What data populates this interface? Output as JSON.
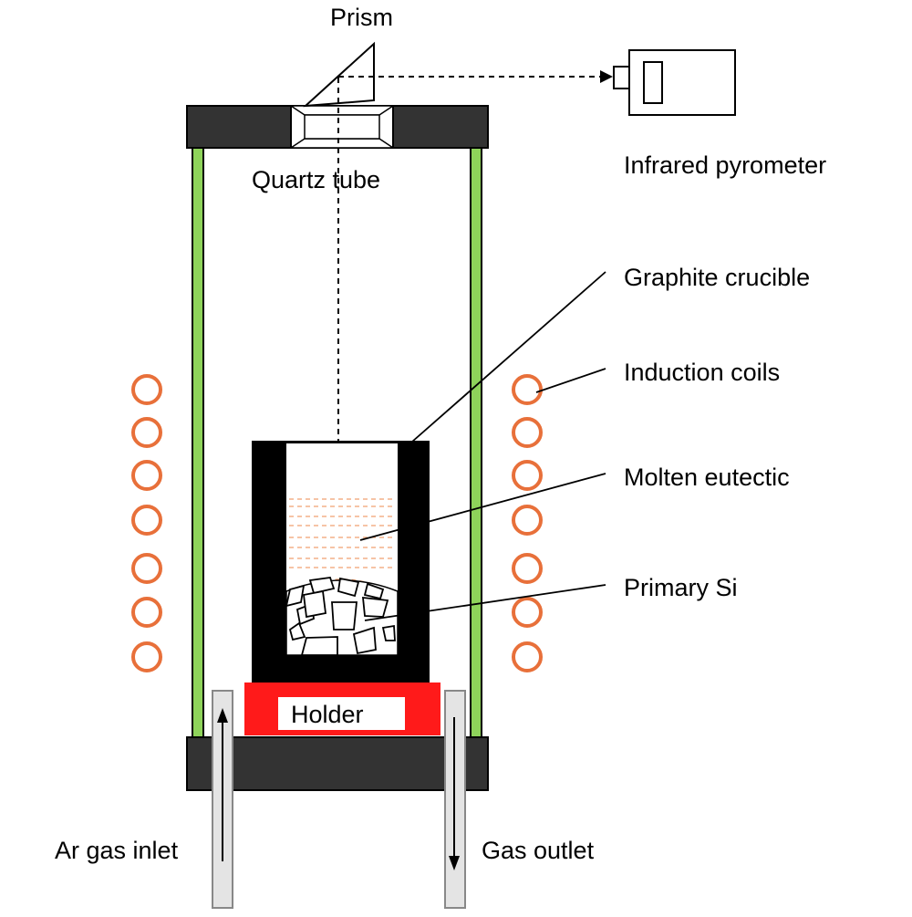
{
  "labels": {
    "prism": "Prism",
    "quartz_tube": "Quartz tube",
    "infrared_pyrometer": "Infrared pyrometer",
    "graphite_crucible": "Graphite crucible",
    "induction_coils": "Induction coils",
    "molten_eutectic": "Molten eutectic",
    "primary_si": "Primary Si",
    "holder": "Holder",
    "ar_gas_inlet": "Ar gas inlet",
    "gas_outlet": "Gas outlet"
  },
  "colors": {
    "quartz_wall": "#8ed35a",
    "coil": "#e8703a",
    "holder": "#ff1a1a",
    "cap": "#333333",
    "crucible": "#000000",
    "molten_lines": "#f0a070",
    "pipe": "#e4e4e4"
  }
}
